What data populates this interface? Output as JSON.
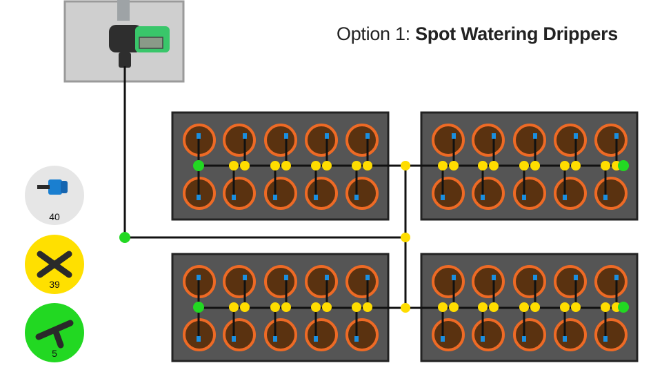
{
  "title": {
    "prefix": "Option 1: ",
    "main": "Spot Watering Drippers"
  },
  "legend": [
    {
      "name": "dripper",
      "count": "40",
      "color": "#e6e6e6",
      "icon": "dripper-icon"
    },
    {
      "name": "cross-connector",
      "count": "39",
      "color": "#ffe000",
      "icon": "cross-connector-icon"
    },
    {
      "name": "tee-connector",
      "count": "5",
      "color": "#22d822",
      "icon": "tee-connector-icon"
    }
  ],
  "colors": {
    "tray": "#555555",
    "pot_fill": "#5a3210",
    "pot_ring": "#ee6a25",
    "pipe": "#111111",
    "dripper": "#1a8fe0",
    "cross": "#ffdd00",
    "tee": "#22d822",
    "timer_box": "#c8c8c8",
    "timer_body": "#39c66a"
  },
  "layout": {
    "trays": 4,
    "pots_per_row": 5,
    "rows_per_tray": 2
  }
}
